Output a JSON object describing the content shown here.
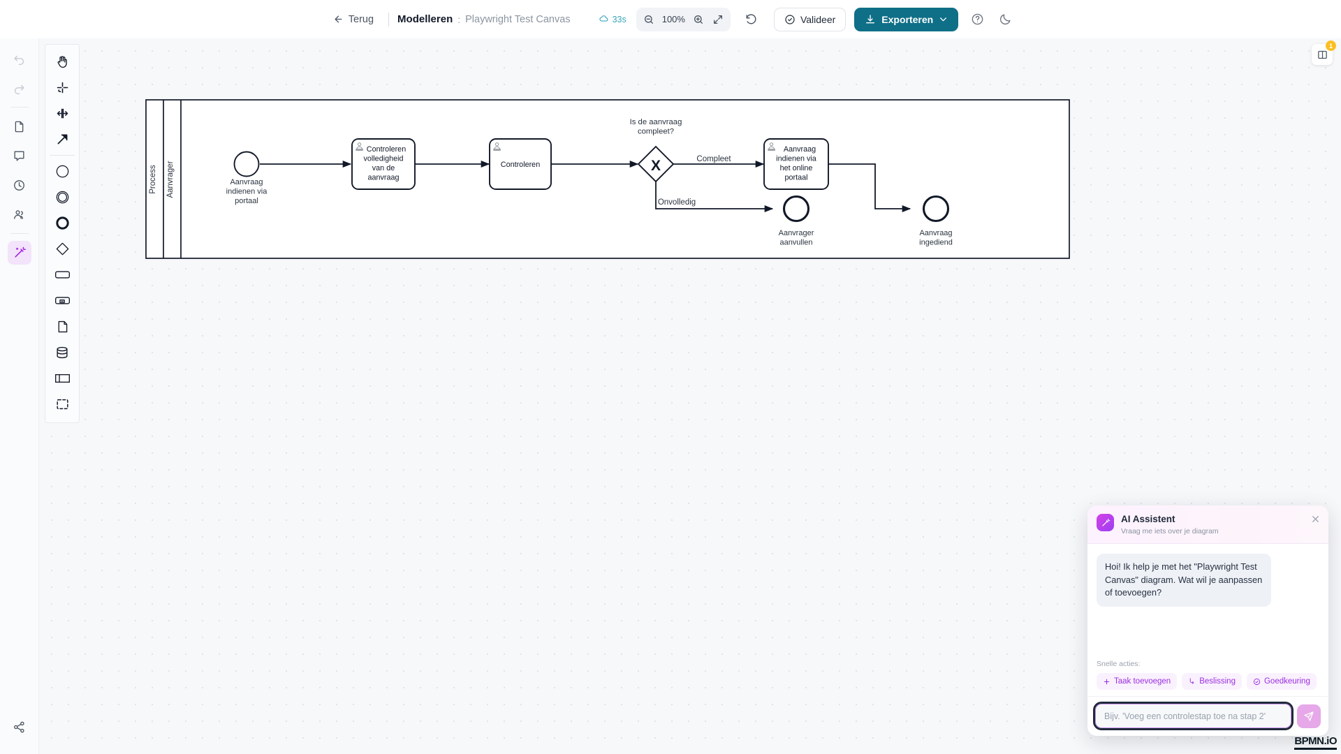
{
  "topbar": {
    "back_label": "Terug",
    "title": "Modelleren",
    "separator": ":",
    "subtitle": "Playwright Test Canvas",
    "autosave_label": "33s",
    "zoom_out_icon": "zoom-out-icon",
    "zoom_value": "100%",
    "zoom_in_icon": "zoom-in-icon",
    "fit_icon": "fit-screen-icon",
    "reset_icon": "reset-icon",
    "validate_label": "Valideer",
    "export_label": "Exporteren",
    "help_icon": "help-icon",
    "theme_icon": "moon-icon"
  },
  "rail": {
    "items": [
      {
        "name": "undo",
        "icon": "undo-icon",
        "state": "disabled"
      },
      {
        "name": "redo",
        "icon": "redo-icon",
        "state": "disabled"
      },
      {
        "name": "file",
        "icon": "file-icon",
        "state": "normal"
      },
      {
        "name": "comments",
        "icon": "comment-icon",
        "state": "normal"
      },
      {
        "name": "history",
        "icon": "clock-icon",
        "state": "normal"
      },
      {
        "name": "collaborators",
        "icon": "users-icon",
        "state": "normal"
      },
      {
        "name": "ai-assistant",
        "icon": "magic-wand-icon",
        "state": "active"
      },
      {
        "name": "share",
        "icon": "share-icon",
        "state": "normal"
      }
    ]
  },
  "palette": {
    "items": [
      {
        "name": "hand-tool",
        "icon": "hand-icon"
      },
      {
        "name": "lasso-tool",
        "icon": "lasso-icon"
      },
      {
        "name": "space-tool",
        "icon": "space-tool-icon"
      },
      {
        "name": "connect-tool",
        "icon": "arrow-connect-icon"
      },
      {
        "name": "start-event",
        "icon": "circle-thin-icon"
      },
      {
        "name": "intermediate-event",
        "icon": "circle-double-icon"
      },
      {
        "name": "end-event",
        "icon": "circle-thick-icon"
      },
      {
        "name": "gateway",
        "icon": "diamond-icon"
      },
      {
        "name": "task",
        "icon": "rounded-rect-icon"
      },
      {
        "name": "subprocess",
        "icon": "subprocess-icon"
      },
      {
        "name": "data-object",
        "icon": "document-icon"
      },
      {
        "name": "data-store",
        "icon": "database-icon"
      },
      {
        "name": "pool",
        "icon": "pool-icon"
      },
      {
        "name": "group",
        "icon": "group-icon"
      }
    ]
  },
  "canvas": {
    "panel_toggle_icon": "panel-layout-icon",
    "panel_badge": "1"
  },
  "diagram": {
    "pool_label": "Process",
    "lane_label": "Aanvrager",
    "nodes": [
      {
        "id": "start",
        "type": "start-event",
        "label": "Aanvraag indienen via portaal"
      },
      {
        "id": "task1",
        "type": "user-task",
        "label": "Controleren volledigheid van de aanvraag"
      },
      {
        "id": "task2",
        "type": "user-task",
        "label": "Controleren"
      },
      {
        "id": "gateway",
        "type": "exclusive-gateway",
        "label": "Is de aanvraag compleet?",
        "marker": "X"
      },
      {
        "id": "task3",
        "type": "user-task",
        "label": "Aanvraag indienen via het online portaal"
      },
      {
        "id": "end1",
        "type": "end-event",
        "label": "Aanvrager aanvullen"
      },
      {
        "id": "end2",
        "type": "end-event",
        "label": "Aanvraag ingediend"
      }
    ],
    "flows": [
      {
        "from": "start",
        "to": "task1",
        "label": ""
      },
      {
        "from": "task1",
        "to": "task2",
        "label": ""
      },
      {
        "from": "task2",
        "to": "gateway",
        "label": ""
      },
      {
        "from": "gateway",
        "to": "task3",
        "label": "Compleet"
      },
      {
        "from": "gateway",
        "to": "end1",
        "label": "Onvolledig"
      },
      {
        "from": "task3",
        "to": "end2",
        "label": ""
      }
    ]
  },
  "ai_panel": {
    "title": "AI Assistent",
    "subtitle": "Vraag me iets over je diagram",
    "close_icon": "close-icon",
    "avatar_icon": "magic-wand-icon",
    "message": "Hoi! Ik help je met het \"Playwright Test Canvas\" diagram. Wat wil je aanpassen of toevoegen?",
    "quick_actions_label": "Snelle acties:",
    "quick_actions": [
      {
        "label": "Taak toevoegen",
        "icon": "plus-icon"
      },
      {
        "label": "Beslissing",
        "icon": "branch-icon"
      },
      {
        "label": "Goedkeuring",
        "icon": "check-circle-icon"
      }
    ],
    "input_placeholder": "Bijv. 'Voeg een controlestap toe na stap 2'",
    "send_icon": "send-icon"
  },
  "watermark": {
    "text": "BPMN.iO"
  },
  "colors": {
    "export_button": "#0f6f87",
    "ai_accent": "#9b2fe0",
    "autosave": "#3aa5b8",
    "canvas_bg": "#f7f8fa"
  }
}
